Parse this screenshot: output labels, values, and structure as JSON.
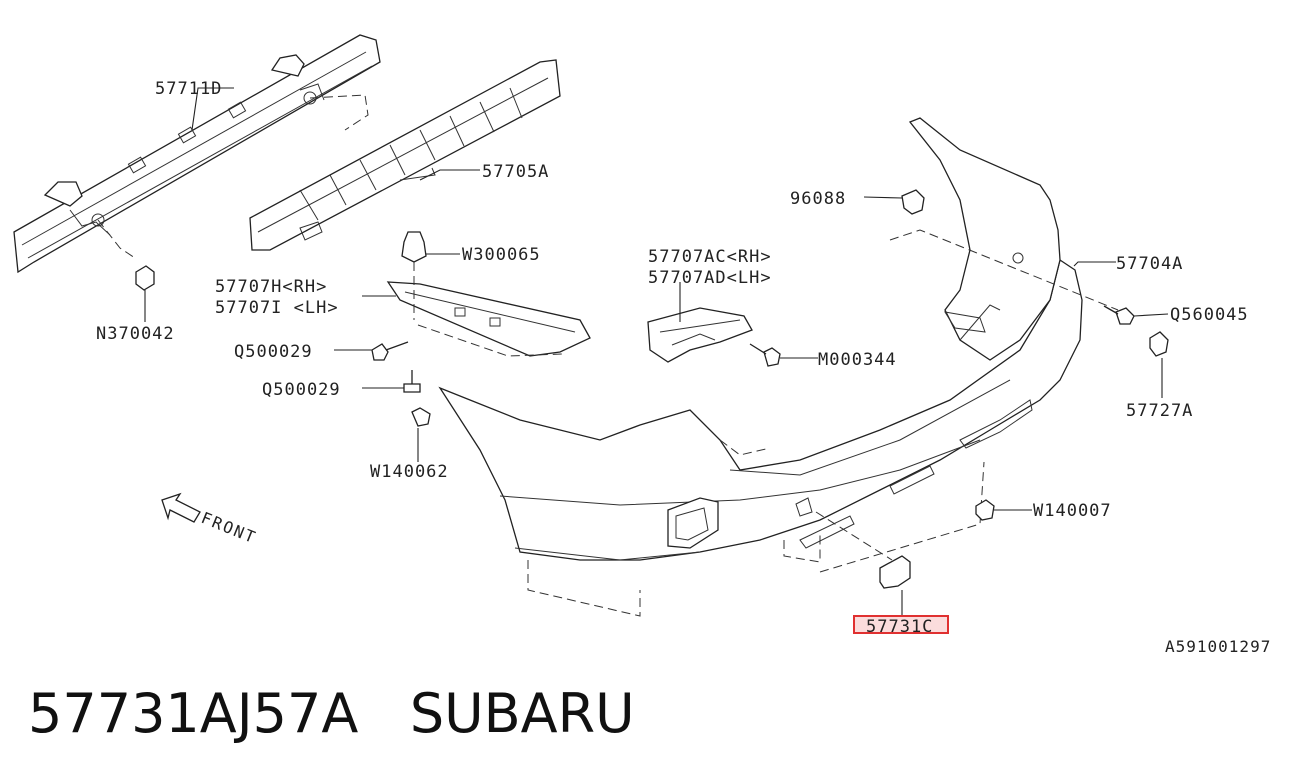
{
  "diagram": {
    "parts": {
      "reinforcement": "57711D",
      "absorber": "57705A",
      "bracket_clip": "W300065",
      "bracket_rh": "57707H<RH>",
      "bracket_lh": "57707I <LH>",
      "nut": "N370042",
      "screw_upper": "Q500029",
      "screw_lower": "Q500029",
      "clip_left": "W140062",
      "side_bracket_rh": "57707AC<RH>",
      "side_bracket_lh": "57707AD<LH>",
      "bolt_side": "M000344",
      "clip_top": "96088",
      "bumper_face": "57704A",
      "screw_right": "Q560045",
      "cap_right": "57727A",
      "clip_bottom": "W140007",
      "tow_hook_cover": "57731C"
    },
    "direction": "FRONT",
    "reference": "A591001297",
    "highlight_color": "#e03030"
  },
  "caption": {
    "part_number": "57731AJ57A",
    "brand": "SUBARU"
  }
}
